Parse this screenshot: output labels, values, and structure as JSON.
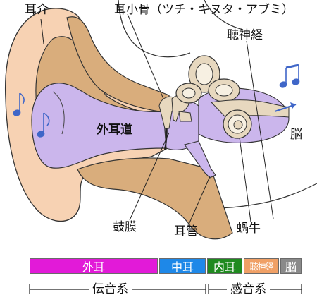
{
  "labels": {
    "pinna": "耳介",
    "ossicles": "耳小骨（ツチ・キヌタ・アブミ）",
    "auditory_nerve": "聴神経",
    "ear_canal": "外耳道",
    "brain": "脳",
    "eardrum": "鼓膜",
    "eustachian_tube": "耳管",
    "cochlea": "蝸牛"
  },
  "bar": [
    {
      "label": "外耳",
      "color": "#e21ad8"
    },
    {
      "label": "中耳",
      "color": "#1e88e8"
    },
    {
      "label": "内耳",
      "color": "#1f8a1f"
    },
    {
      "label": "聴神経",
      "color": "#f0a066"
    },
    {
      "label": "脳",
      "color": "#8a8a8a"
    }
  ],
  "systems": {
    "conductive": "伝音系",
    "sensorineural": "感音系"
  },
  "colors": {
    "tan": "#d9ad7c",
    "pink": "#f7d2b3",
    "lavender": "#cbb6ec",
    "nerve": "#e7d8bf",
    "note_blue": "#3f66c8"
  }
}
